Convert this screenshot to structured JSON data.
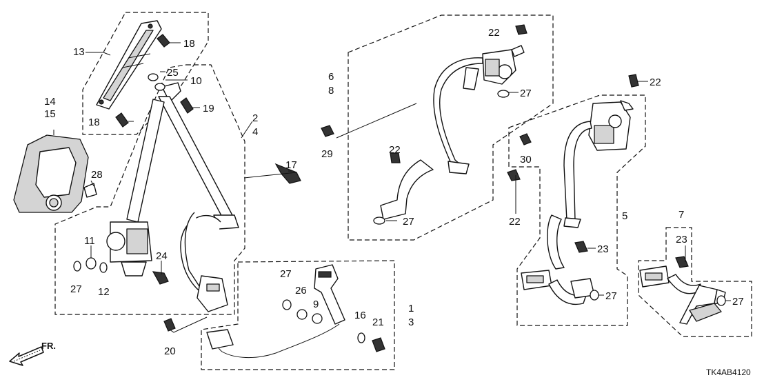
{
  "diagram": {
    "code": "TK4AB4120",
    "direction_label": "FR.",
    "callouts": {
      "c13": "13",
      "c18a": "18",
      "c18b": "18",
      "c25": "25",
      "c10": "10",
      "c19": "19",
      "c2": "2",
      "c4": "4",
      "c14": "14",
      "c15": "15",
      "c28": "28",
      "c17": "17",
      "c11": "11",
      "c27a": "27",
      "c12": "12",
      "c24": "24",
      "c20": "20",
      "c27b": "27",
      "c26": "26",
      "c9": "9",
      "c16": "16",
      "c21": "21",
      "c1": "1",
      "c3": "3",
      "c6": "6",
      "c8": "8",
      "c22a": "22",
      "c27c": "27",
      "c29": "29",
      "c22b": "22",
      "c27d": "27",
      "c22c": "22",
      "c30": "30",
      "c22d": "22",
      "c5": "5",
      "c23a": "23",
      "c27e": "27",
      "c7": "7",
      "c23b": "23",
      "c27f": "27"
    }
  }
}
